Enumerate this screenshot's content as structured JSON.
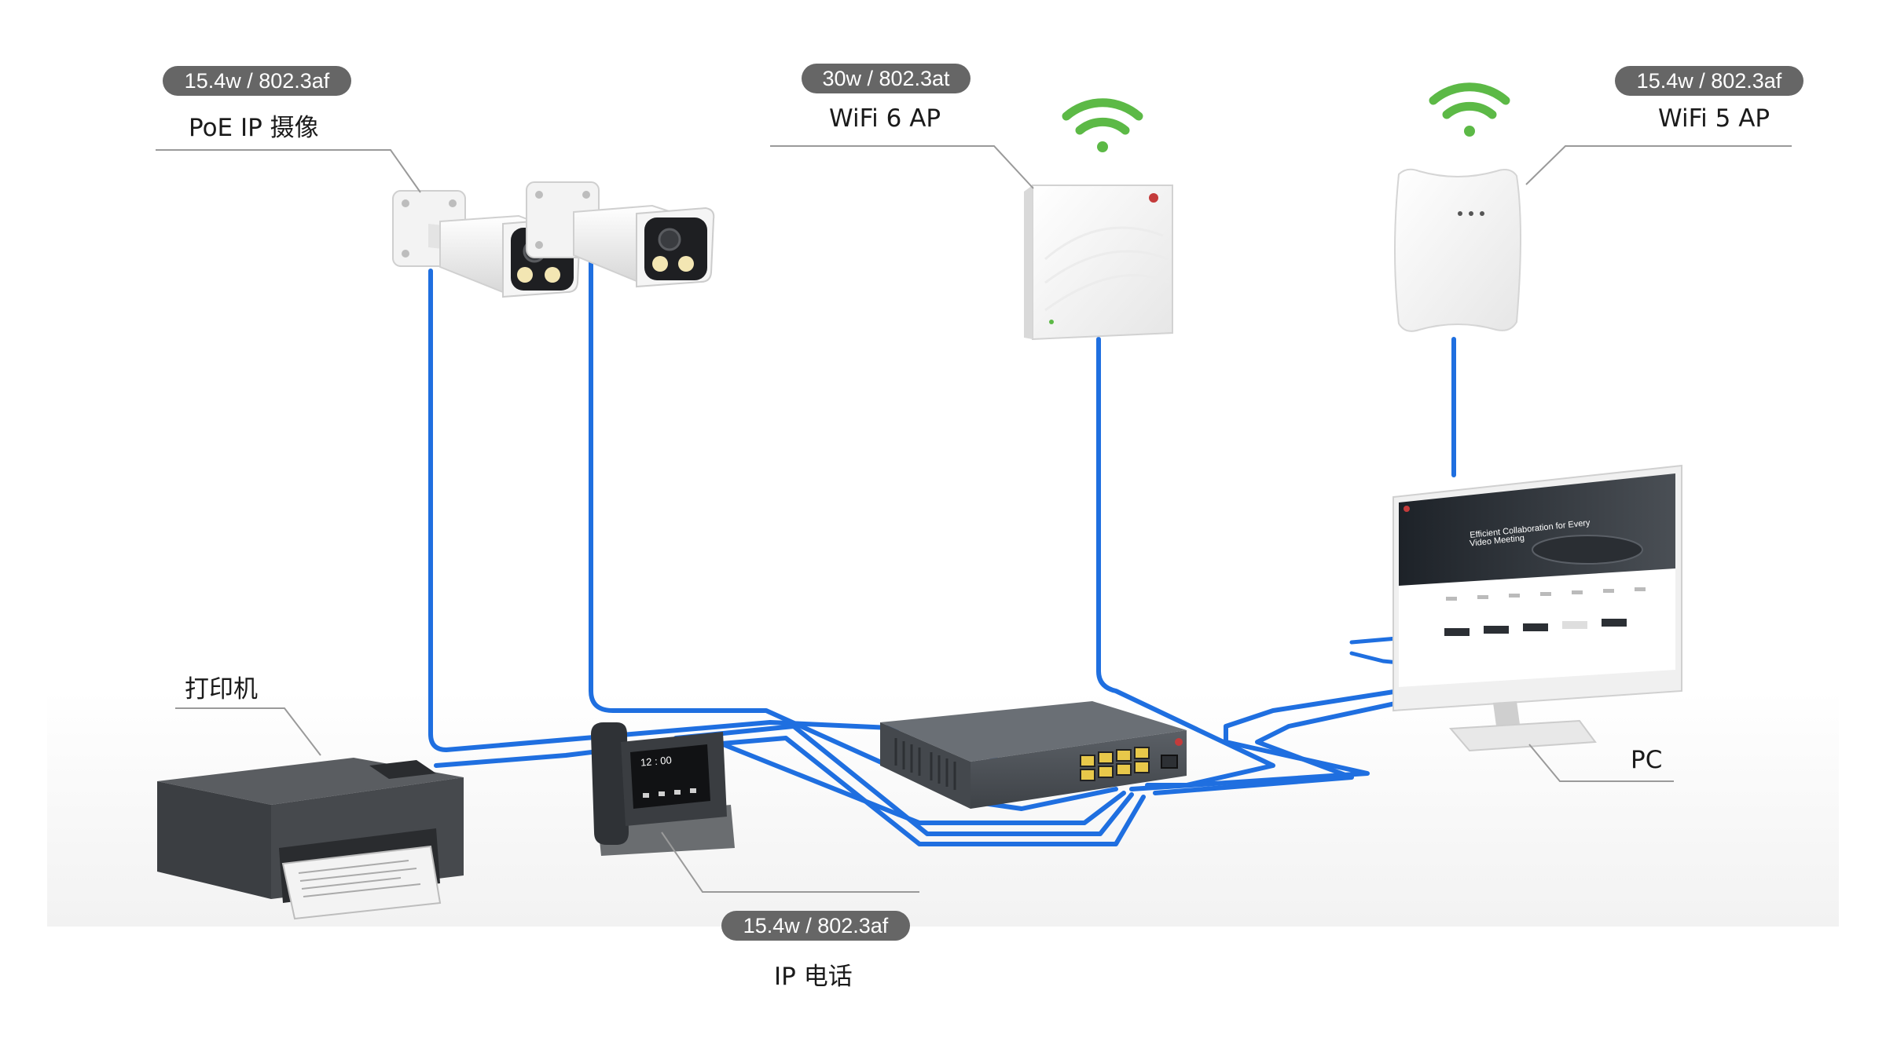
{
  "devices": {
    "camera": {
      "badge": "15.4w / 802.3af",
      "label": "PoE IP 摄像"
    },
    "wifi6": {
      "badge": "30w / 802.3at",
      "label": "WiFi 6 AP"
    },
    "wifi5": {
      "badge": "15.4w / 802.3af",
      "label": "WiFi 5 AP"
    },
    "printer": {
      "label": "打印机"
    },
    "phone": {
      "badge": "15.4w / 802.3af",
      "label": "IP 电话",
      "screen_time": "12 : 00"
    },
    "pc": {
      "label": "PC",
      "screen_headline_1": "Efficient Collaboration for Every",
      "screen_headline_2": "Video Meeting"
    }
  },
  "colors": {
    "cable": "#1f6fe0",
    "cable_dark": "#1757bf",
    "wifi": "#5cb946",
    "badge": "#666666",
    "switch": "#4c5157"
  },
  "icons": [
    "wifi-icon",
    "camera-icon",
    "access-point-icon",
    "switch-icon",
    "printer-icon",
    "phone-icon",
    "monitor-icon"
  ]
}
